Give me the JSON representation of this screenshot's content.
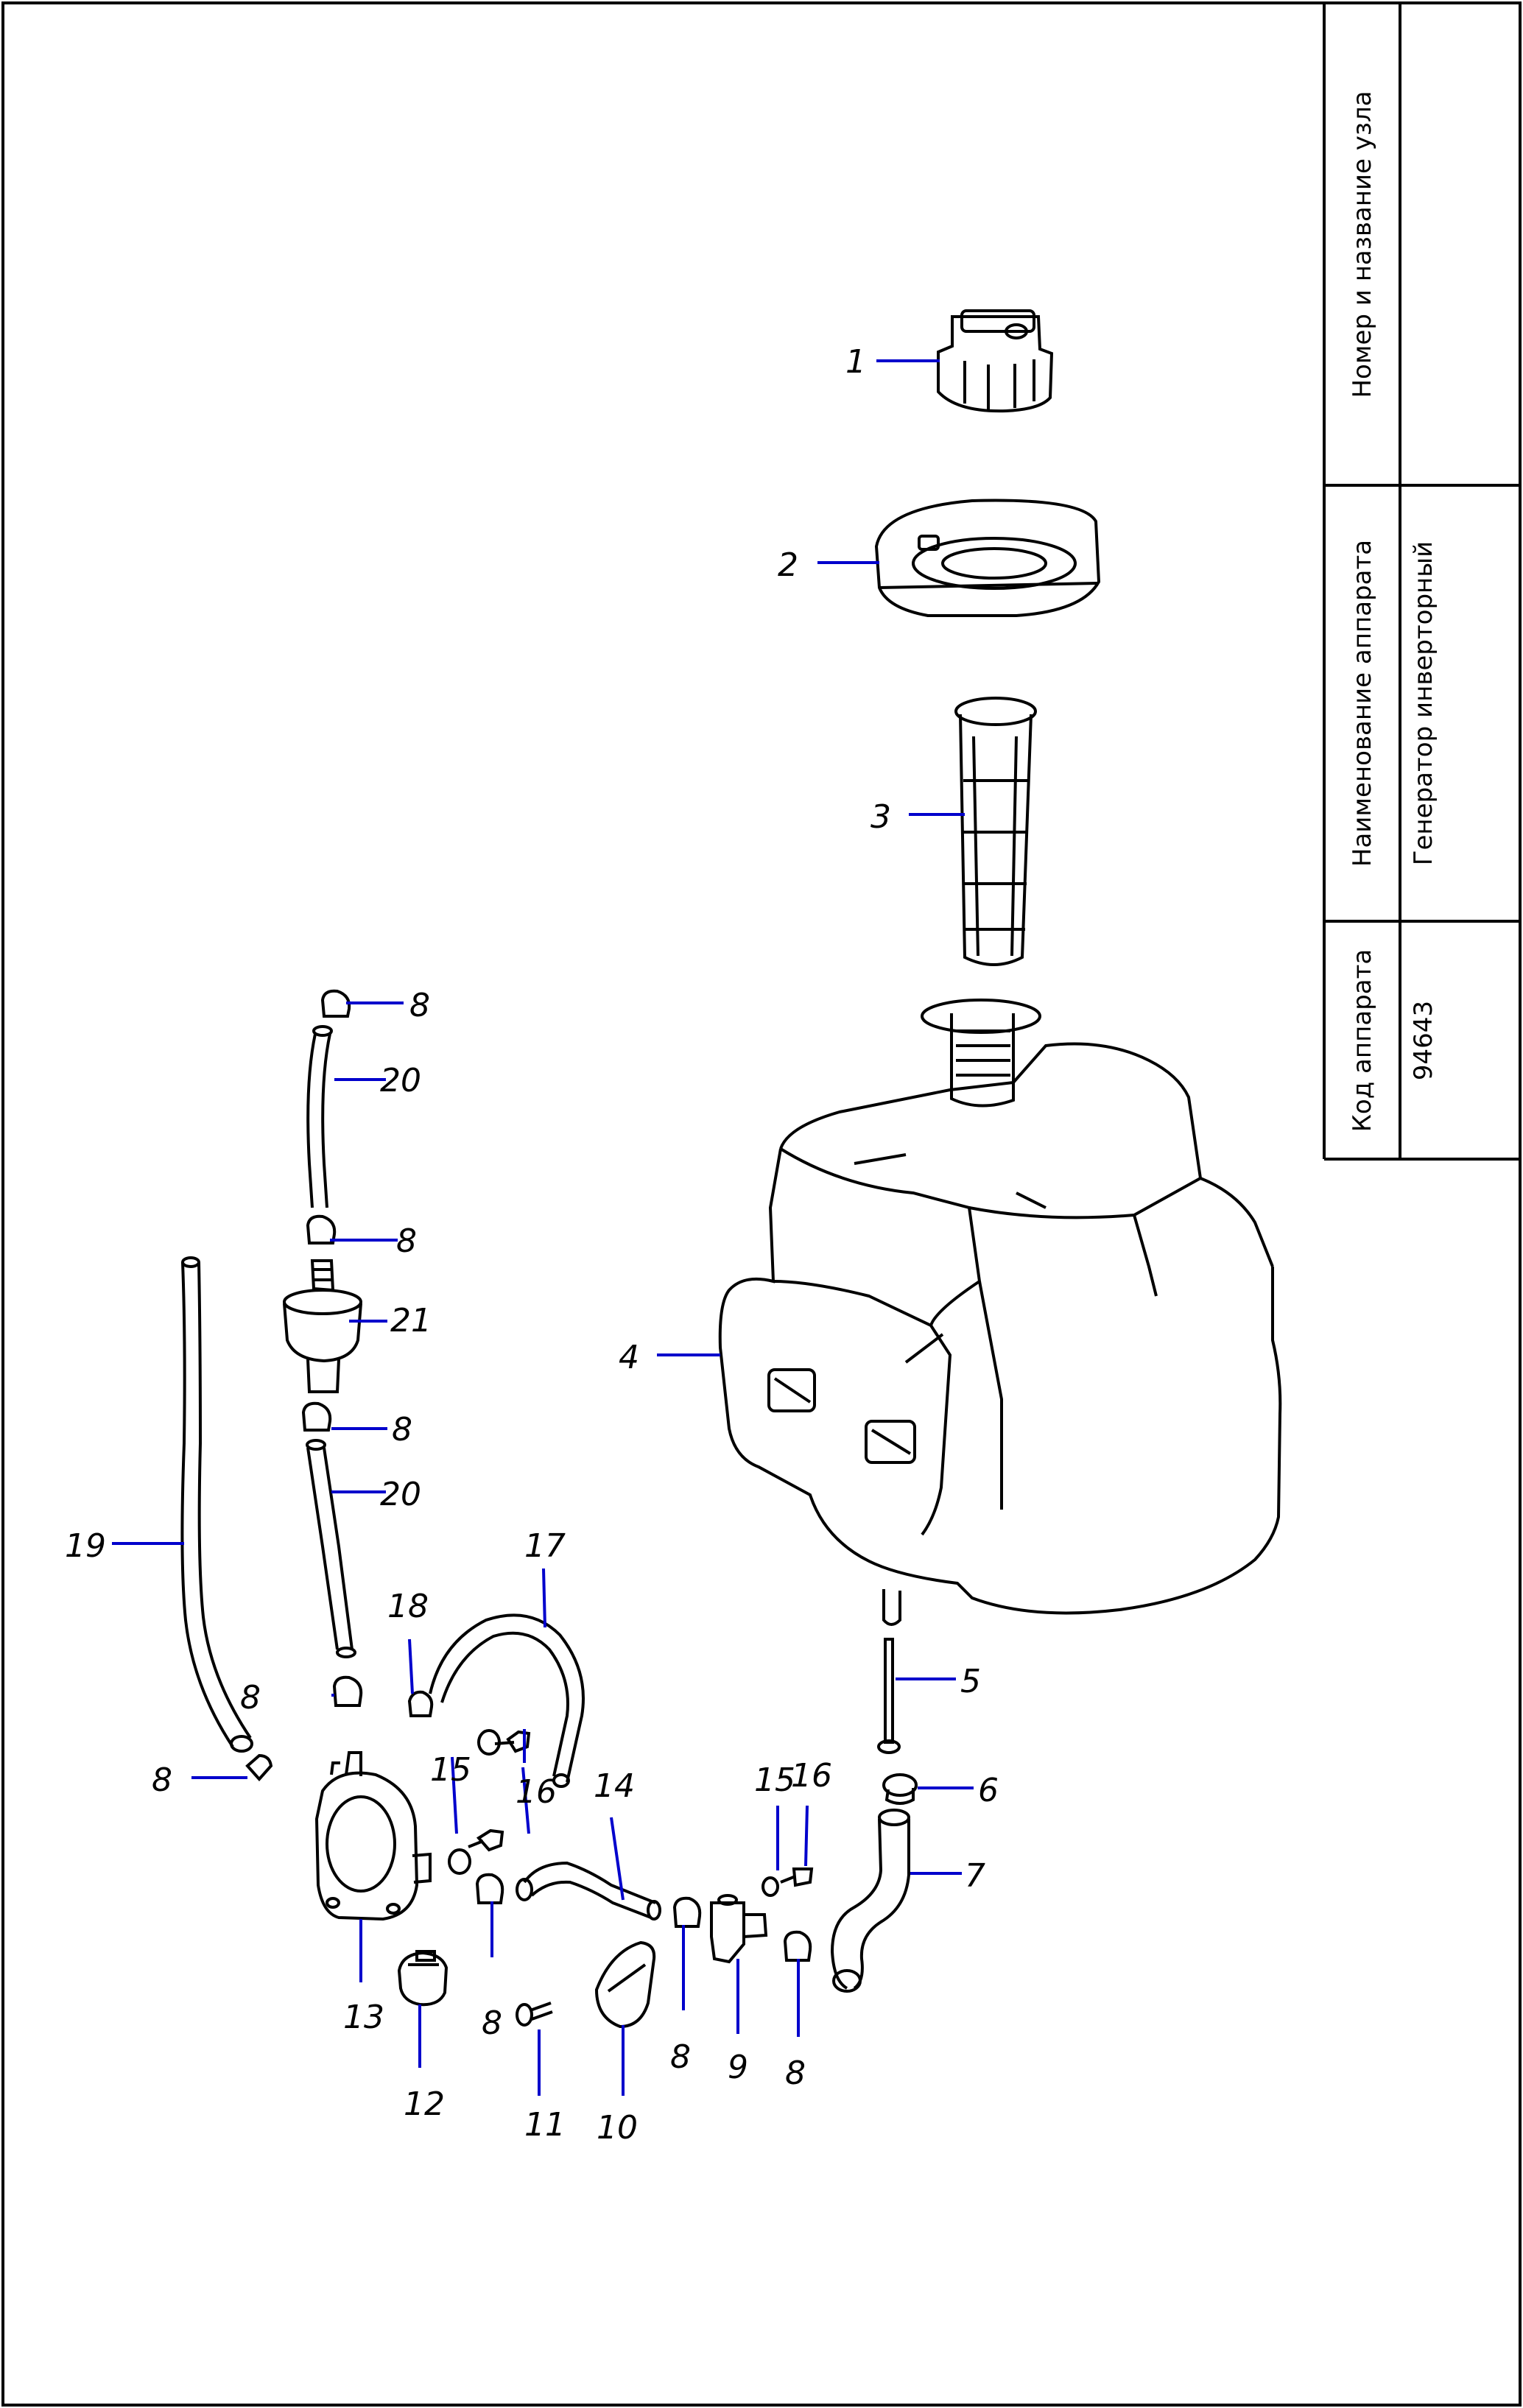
{
  "title_block": {
    "node_header": "Номер и название узла",
    "node_value": "",
    "device_name_header": "Наименование аппарата",
    "device_name_value": "Генератор инверторный",
    "device_code_header": "Код аппарата",
    "device_code_value": "94643"
  },
  "callouts": {
    "c1": "1",
    "c2": "2",
    "c3": "3",
    "c4": "4",
    "c5": "5",
    "c6": "6",
    "c7": "7",
    "c8": "8",
    "c9": "9",
    "c10": "10",
    "c11": "11",
    "c12": "12",
    "c13": "13",
    "c14": "14",
    "c15": "15",
    "c16": "16",
    "c17": "17",
    "c18": "18",
    "c19": "19",
    "c20": "20",
    "c21": "21"
  },
  "colors": {
    "leader": "#0000cc",
    "line": "#000000"
  }
}
